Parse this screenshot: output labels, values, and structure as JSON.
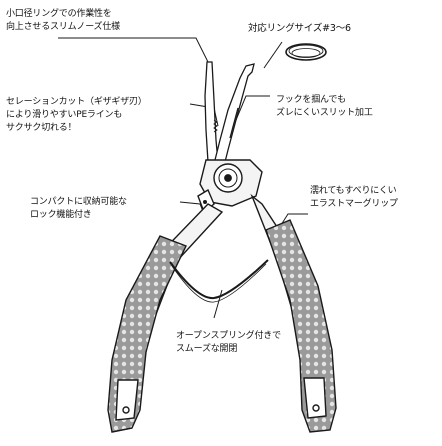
{
  "callouts": {
    "slim_tip": [
      "小口径リングでの作業性を",
      "向上させるスリムノーズ仕様"
    ],
    "ring_size": "対応リングサイズ#3〜6",
    "serration": [
      "セレーションカット（ギザギザ刃）",
      "により滑りやすいPEラインも",
      "サクサク切れる！"
    ],
    "hook_slit": [
      "フックを掴んでも",
      "ズレにくいスリット加工"
    ],
    "lock": [
      "コンパクトに収納可能な",
      "ロック機能付き"
    ],
    "grip": [
      "濡れてもすべりにくい",
      "エラストマーグリップ"
    ],
    "spring": [
      "オープンスプリング付きで",
      "スムーズな開閉"
    ]
  },
  "colors": {
    "line": "#1a1a1a",
    "grip_fill": "#9a9a9a",
    "grip_dots": "#e6e6e6",
    "metal": "#f4f4f4"
  }
}
